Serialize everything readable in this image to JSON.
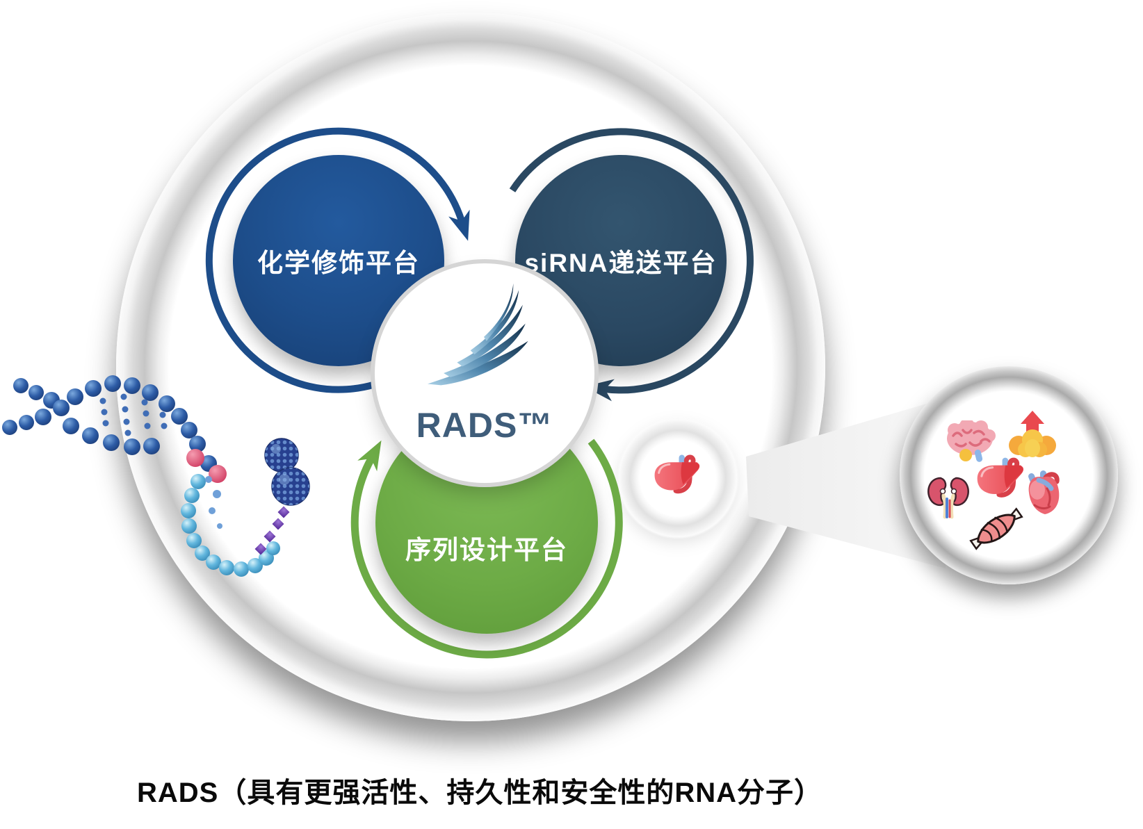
{
  "diagram": {
    "platforms": [
      {
        "label": "化学修饰平台",
        "color": "#1d4d8a"
      },
      {
        "label": "siRNA递送平台",
        "color": "#2a4862"
      },
      {
        "label": "序列设计平台",
        "color": "#6dab46"
      }
    ],
    "center": {
      "label": "RADS™",
      "text_color": "#3f5d7a",
      "logo": "wing-logo"
    },
    "target": {
      "icon": "liver-icon"
    },
    "organ_panel": {
      "icons": [
        "brain-icon",
        "adipose-tissue-up-arrow-icon",
        "kidneys-icon",
        "liver-icon",
        "heart-icon",
        "muscle-icon"
      ]
    },
    "decorations": [
      "sirna-molecule-illustration",
      "cycle-arrows",
      "magnify-beam"
    ],
    "caption": "RADS（具有更强活性、持久性和安全性的RNA分子）"
  }
}
